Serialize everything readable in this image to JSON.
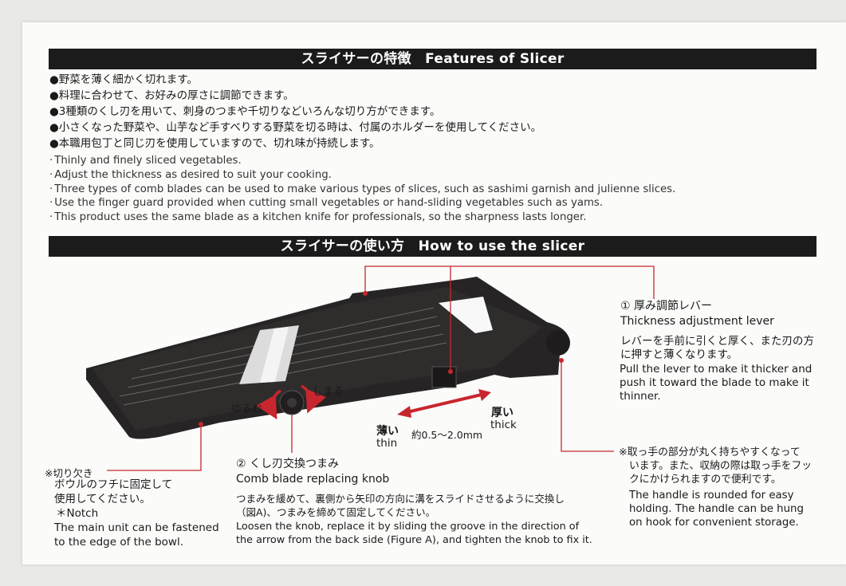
{
  "header1": "スライサーの特徴　Features of Slicer",
  "features_jp": [
    "●野菜を薄く細かく切れます。",
    "●料理に合わせて、お好みの厚さに調節できます。",
    "●3種類のくし刃を用いて、刺身のつまや千切りなどいろんな切り方ができます。",
    "●小さくなった野菜や、山芋など手すべりする野菜を切る時は、付属のホルダーを使用してください。",
    "●本職用包丁と同じ刃を使用していますので、切れ味が持続します。"
  ],
  "features_en": [
    "Thinly and finely sliced vegetables.",
    "Adjust the thickness as desired to suit your cooking.",
    "Three types of comb blades can be used to make various types of slices, such as sashimi garnish and julienne slices.",
    "Use the finger guard provided when cutting small vegetables or hand-sliding vegetables such as yams.",
    "This product uses the same blade as a kitchen knife for professionals, so the sharpness lasts longer."
  ],
  "header2": "スライサーの使い方　How to use the slicer",
  "knob": {
    "loosen": "ゆるむ",
    "tighten": "しまる"
  },
  "thickness": {
    "thin_jp": "薄い",
    "thin_en": "thin",
    "thick_jp": "厚い",
    "thick_en": "thick",
    "range": "約0.5～2.0mm"
  },
  "lever": {
    "title_jp": "① 厚み調節レバー",
    "title_en": "Thickness adjustment lever",
    "desc_jp": [
      "レバーを手前に引くと厚く、また刃の方",
      "に押すと薄くなります。"
    ],
    "desc_en": [
      "Pull the lever to make it thicker and",
      "push it toward the blade to make it",
      "thinner."
    ]
  },
  "notch": {
    "title_jp": "※切り欠き",
    "desc_jp": [
      "ボウルのフチに固定して",
      "使用してください。"
    ],
    "title_en": "＊Notch",
    "desc_en": [
      "The main unit can be fastened",
      "to the edge of the bowl."
    ]
  },
  "comb_knob": {
    "title_jp": "② くし刃交換つまみ",
    "title_en": "Comb blade replacing knob",
    "desc_jp": [
      "つまみを緩めて、裏側から矢印の方向に溝をスライドさせるように交換し",
      "（図A)、つまみを締めて固定してください。"
    ],
    "desc_en": [
      "Loosen the knob, replace it by sliding the groove in the direction of",
      "the arrow from the back side (Figure A), and tighten the knob to fix it."
    ]
  },
  "handle": {
    "desc_jp": [
      "※取っ手の部分が丸く持ちやすくなって",
      "います。また、収納の際は取っ手をフッ",
      "クにかけられますので便利です。"
    ],
    "desc_en": [
      "The handle is rounded for easy",
      "holding. The handle can be hung",
      "on hook for convenient storage."
    ]
  },
  "colors": {
    "header_bg": "#1b1b1b",
    "leader_red": "#c8262e",
    "slicer_body": "#262424"
  }
}
